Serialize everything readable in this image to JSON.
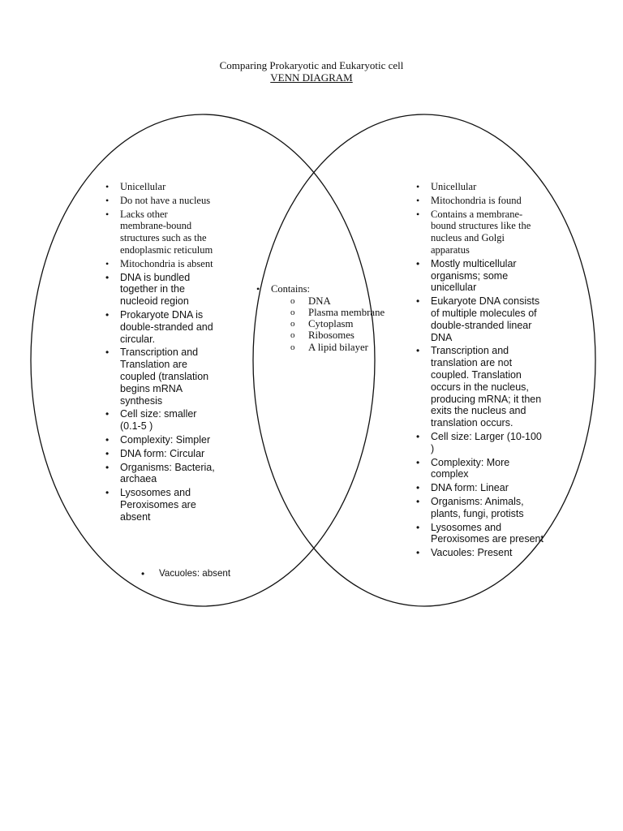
{
  "title": "Comparing Prokaryotic and Eukaryotic cell",
  "subtitle": "VENN DIAGRAM",
  "left": {
    "items": [
      {
        "text": "Unicellular",
        "style": "serif"
      },
      {
        "text": "Do not have a nucleus",
        "style": "serif"
      },
      {
        "text": "Lacks other membrane-bound structures such as the endoplasmic reticulum",
        "style": "serif"
      },
      {
        "text": "Mitochondria is absent",
        "style": "serif"
      },
      {
        "text": "DNA is bundled together in the nucleoid region",
        "style": "sans"
      },
      {
        "text": "Prokaryote DNA is double-stranded and circular.",
        "style": "sans"
      },
      {
        "text": "Transcription and Translation are coupled (translation begins mRNA synthesis",
        "style": "sans"
      },
      {
        "text": "Cell size: smaller (0.1-5 )",
        "style": "sans"
      },
      {
        "text": "Complexity: Simpler",
        "style": "sans"
      },
      {
        "text": "DNA form: Circular",
        "style": "sans"
      },
      {
        "text": "Organisms: Bacteria, archaea",
        "style": "sans"
      },
      {
        "text": "Lysosomes and Peroxisomes are absent",
        "style": "sans"
      }
    ],
    "extra": "Vacuoles: absent"
  },
  "middle": {
    "heading": "Contains:",
    "items": [
      "DNA",
      "Plasma membrane",
      "Cytoplasm",
      "Ribosomes",
      "A lipid bilayer"
    ]
  },
  "right": {
    "items": [
      {
        "text": "Unicellular",
        "style": "serif"
      },
      {
        "text": "Mitochondria is found",
        "style": "serif"
      },
      {
        "text": "Contains a membrane-bound structures like the nucleus and Golgi apparatus",
        "style": "serif"
      },
      {
        "text": "Mostly multicellular organisms; some unicellular",
        "style": "sans"
      },
      {
        "text": "Eukaryote DNA consists of multiple molecules of double-stranded linear DNA",
        "style": "sans"
      },
      {
        "text": "Transcription and translation are not coupled. Translation occurs in the nucleus, producing mRNA; it then exits the nucleus and translation occurs.",
        "style": "sans"
      },
      {
        "text": "Cell size: Larger (10-100 )",
        "style": "sans"
      },
      {
        "text": "Complexity: More complex",
        "style": "sans"
      },
      {
        "text": "DNA form: Linear",
        "style": "sans"
      },
      {
        "text": "Organisms: Animals, plants, fungi, protists",
        "style": "sans"
      },
      {
        "text": "Lysosomes and Peroxisomes are present",
        "style": "sans"
      },
      {
        "text": "Vacuoles: Present",
        "style": "sans"
      }
    ]
  }
}
